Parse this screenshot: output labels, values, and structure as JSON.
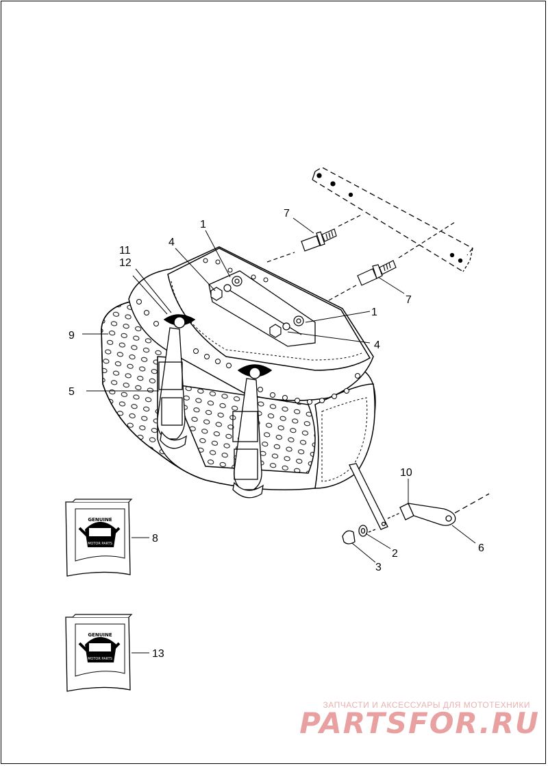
{
  "callouts": {
    "c1a": "1",
    "c1b": "1",
    "c2": "2",
    "c3": "3",
    "c4a": "4",
    "c4b": "4",
    "c5": "5",
    "c6": "6",
    "c7a": "7",
    "c7b": "7",
    "c8": "8",
    "c9": "9",
    "c10": "10",
    "c11": "11",
    "c12": "12",
    "c13": "13"
  },
  "packages": {
    "logo_top": "GENUINE",
    "logo_bottom": "MOTOR PARTS"
  },
  "watermark": {
    "tagline": "ЗАПЧАСТИ И АКСЕССУАРЫ ДЛЯ МОТОТЕХНИКИ",
    "brand": "PARTSFOR.RU",
    "brand_color": "#e8a0a0",
    "tagline_color": "#e8b0b0"
  }
}
